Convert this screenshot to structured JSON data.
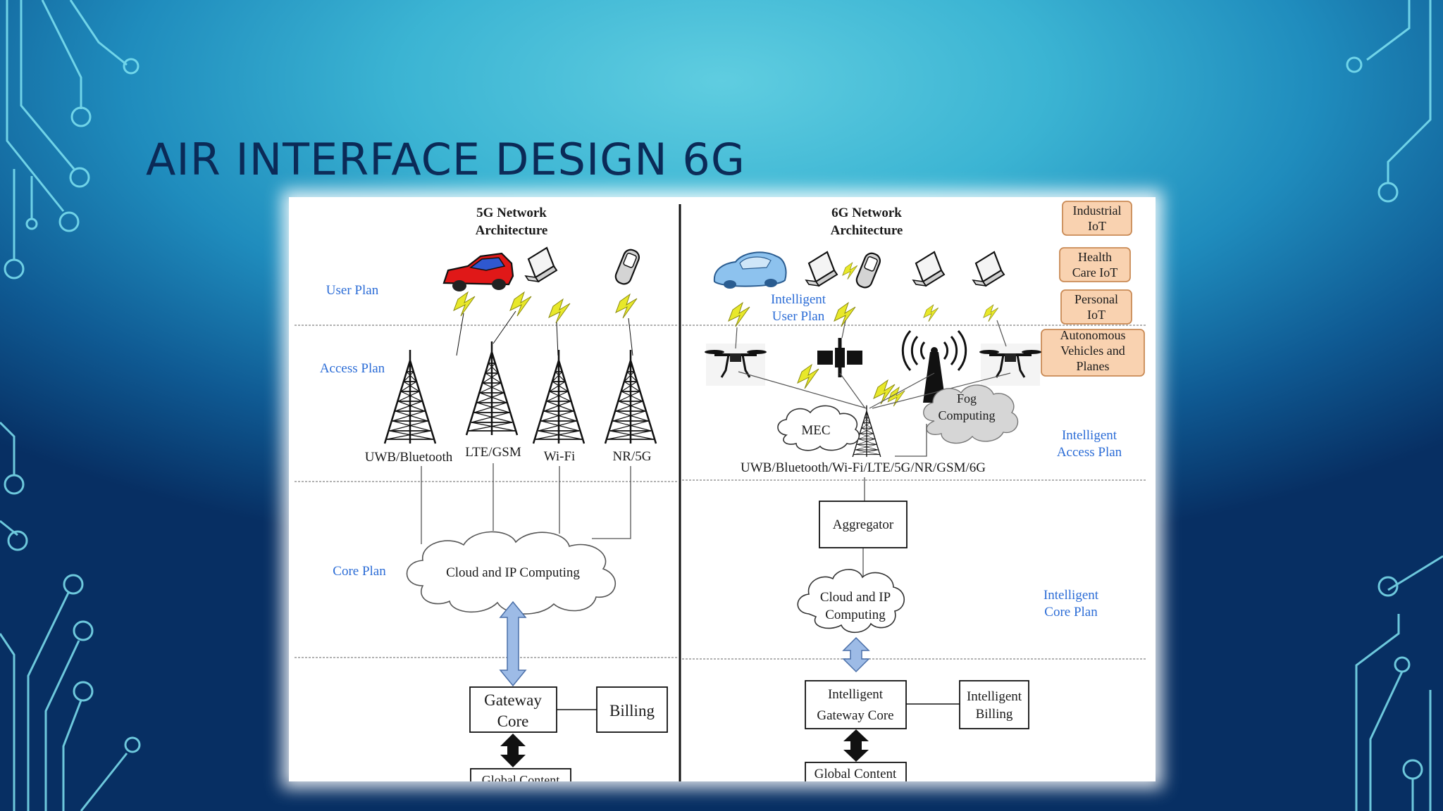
{
  "slide": {
    "title": "AIR INTERFACE DESIGN 6G"
  },
  "diagram": {
    "left": {
      "heading": [
        "5G Network",
        "Architecture"
      ],
      "planes": {
        "user": "User Plan",
        "access": "Access Plan",
        "core": "Core Plan"
      },
      "towers": [
        "UWB/Bluetooth",
        "LTE/GSM",
        "Wi-Fi",
        "NR/5G"
      ],
      "cloud": "Cloud and IP Computing",
      "gateway": [
        "Gateway",
        "Core"
      ],
      "billing": "Billing",
      "global": "Global Content"
    },
    "right": {
      "heading": [
        "6G Network",
        "Architecture"
      ],
      "planes": {
        "user": [
          "Intelligent",
          "User Plan"
        ],
        "access": [
          "Intelligent",
          "Access Plan"
        ],
        "core": [
          "Intelligent",
          "Core Plan"
        ]
      },
      "iot": [
        [
          "Industrial",
          "IoT"
        ],
        [
          "Health",
          "Care IoT"
        ],
        [
          "Personal",
          "IoT"
        ],
        [
          "Autonomous",
          "Vehicles and",
          "Planes"
        ]
      ],
      "fog": [
        "Fog",
        "Computing"
      ],
      "mec": "MEC",
      "radio": "UWB/Bluetooth/Wi-Fi/LTE/5G/NR/GSM/6G",
      "aggregator": "Aggregator",
      "cloud": [
        "Cloud and IP",
        "Computing"
      ],
      "gateway": [
        "Intelligent",
        "Gateway Core"
      ],
      "billing": [
        "Intelligent",
        "Billing"
      ],
      "global": "Global Content"
    }
  },
  "colors": {
    "title": "#0b2a57",
    "plane_label": "#2b6cd6",
    "iot_box_fill": "#f9d2b0",
    "iot_box_stroke": "#c98a55",
    "arrow_fill": "#9dbbe6",
    "lightning": "#e8e82a"
  }
}
